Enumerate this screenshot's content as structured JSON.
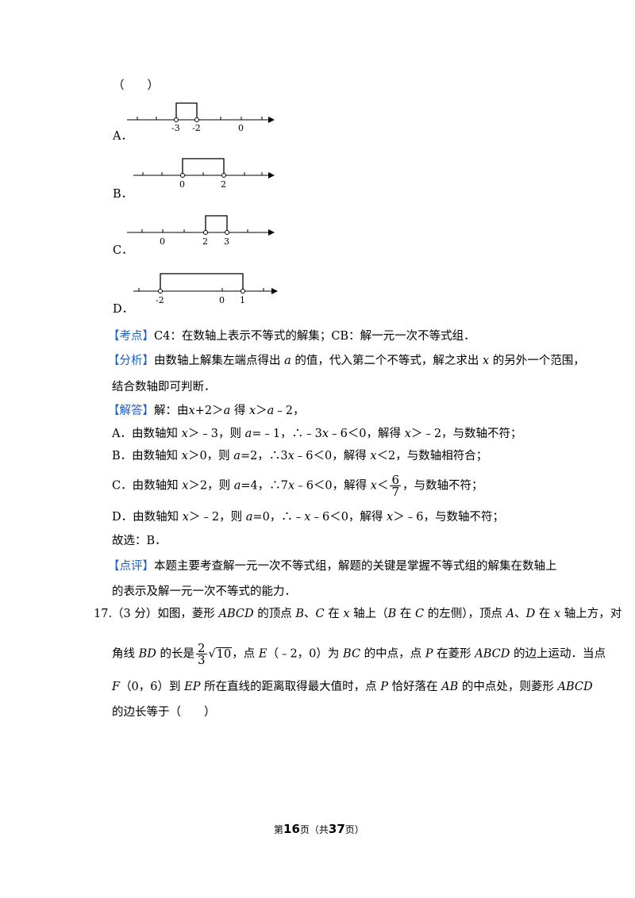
{
  "paren_top": "（　　）",
  "option_a": {
    "label": "A．",
    "ticks": [
      "-3",
      "-2",
      "0"
    ]
  },
  "option_b": {
    "label": "B．",
    "ticks": [
      "0",
      "2"
    ]
  },
  "option_c": {
    "label": "C．",
    "ticks": [
      "0",
      "2",
      "3"
    ]
  },
  "option_d": {
    "label": "D．",
    "ticks": [
      "-2",
      "0",
      "1"
    ]
  },
  "kaodian": {
    "tag": "【考点】",
    "text": "C4：在数轴上表示不等式的解集；CB：解一元一次不等式组．"
  },
  "fenxi": {
    "tag": "【分析】",
    "line1a": "由数轴上解集左端点得出",
    "var_a": "a",
    "line1b": "的值，代入第二个不等式，解之求出",
    "var_x": "x",
    "line1c": "的另外一个范围，",
    "line2": "结合数轴即可判断．"
  },
  "jieda": {
    "tag": "【解答】",
    "text_a": "解：由",
    "text_b": "x",
    "text_c": "+2＞",
    "text_d": "a",
    "text_e": " 得 ",
    "text_f": "x",
    "text_g": "＞",
    "text_h": "a",
    "text_i": "﹣2，"
  },
  "line_a": {
    "pre": "A．由数轴知 ",
    "x1": "x",
    "mid1": "＞﹣3，则 ",
    "a": "a",
    "mid2": "=﹣1，∴﹣3",
    "x2": "x",
    "mid3": "﹣6＜0，解得 ",
    "x3": "x",
    "post": "＞﹣2，与数轴不符；"
  },
  "line_b": {
    "pre": "B．由数轴知 ",
    "x1": "x",
    "mid1": "＞0，则 ",
    "a": "a",
    "mid2": "=2，∴3",
    "x2": "x",
    "mid3": "﹣6＜0，解得 ",
    "x3": "x",
    "post": "＜2，与数轴相符合；"
  },
  "line_c": {
    "pre": "C．由数轴知 ",
    "x1": "x",
    "mid1": "＞2，则 ",
    "a": "a",
    "mid2": "=4，∴7",
    "x2": "x",
    "mid3": "﹣6＜0，解得 ",
    "x3": "x",
    "lt": "＜",
    "num": "6",
    "den": "7",
    "post": "，与数轴不符；"
  },
  "line_d": {
    "pre": "D．由数轴知 ",
    "x1": "x",
    "mid1": "＞﹣2，则 ",
    "a": "a",
    "mid2": "=0，∴﹣",
    "x2": "x",
    "mid3": "﹣6＜0，解得 ",
    "x3": "x",
    "post": "＞﹣6，与数轴不符；"
  },
  "guxuan": "故选：B．",
  "dianping": {
    "tag": "【点评】",
    "line1": "本题主要考查解一元一次不等式组，解题的关键是掌握不等式组的解集在数轴上",
    "line2": "的表示及解一元一次不等式的能力．"
  },
  "q17": {
    "l1_a": "17.（3 分）如图，菱形 ",
    "l1_abcd": "ABCD",
    "l1_b": " 的顶点 ",
    "l1_B": "B",
    "l1_c": "、",
    "l1_C": "C",
    "l1_d": " 在 ",
    "l1_x": "x",
    "l1_e": " 轴上（",
    "l1_B2": "B",
    "l1_f": " 在 ",
    "l1_C2": "C",
    "l1_g": " 的左侧），顶点 ",
    "l1_A": "A",
    "l1_h": "、",
    "l1_D": "D",
    "l1_i": " 在 ",
    "l1_x2": "x",
    "l1_j": " 轴上方，对",
    "l2_a": "角线 ",
    "l2_BD": "BD",
    "l2_b": " 的长是",
    "l2_num": "2",
    "l2_den": "3",
    "l2_sqrt": "10",
    "l2_c": "，点 ",
    "l2_E": "E",
    "l2_d": "（﹣2，0）为 ",
    "l2_BC": "BC",
    "l2_e": " 的中点，点 ",
    "l2_P": "P",
    "l2_f": " 在菱形 ",
    "l2_ABCD": "ABCD",
    "l2_g": " 的边上运动．当点",
    "l3_F": "F",
    "l3_a": "（0，6）到 ",
    "l3_EP": "EP",
    "l3_b": " 所在直线的距离取得最大值时，点 ",
    "l3_P": "P",
    "l3_c": " 恰好落在 ",
    "l3_AB": "AB",
    "l3_d": " 的中点处，则菱形 ",
    "l3_ABCD": "ABCD",
    "l4": "的边长等于（　　）"
  },
  "footer": {
    "pre": "第",
    "page": "16",
    "mid": "页（共",
    "total": "37",
    "post": "页）"
  }
}
